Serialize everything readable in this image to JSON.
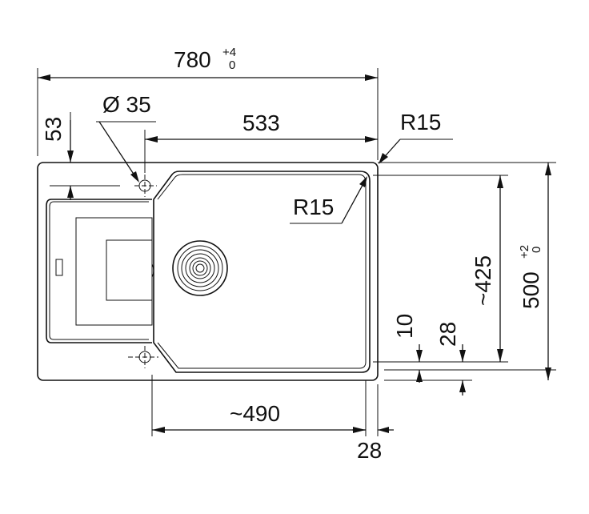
{
  "labels": {
    "overall_width": "780",
    "overall_width_tol_plus": "+4",
    "overall_width_tol_minus": "0",
    "hole_diameter": "Ø 35",
    "bowl_offset_width": "533",
    "outer_radius": "R15",
    "inner_radius": "R15",
    "top_to_hole": "53",
    "bowl_depth": "~425",
    "overall_depth": "500",
    "overall_depth_tol_plus": "+2",
    "overall_depth_tol_minus": "0",
    "rim_10": "10",
    "rim_28_vertical": "28",
    "bowl_width": "~490",
    "rim_28_horizontal": "28"
  }
}
